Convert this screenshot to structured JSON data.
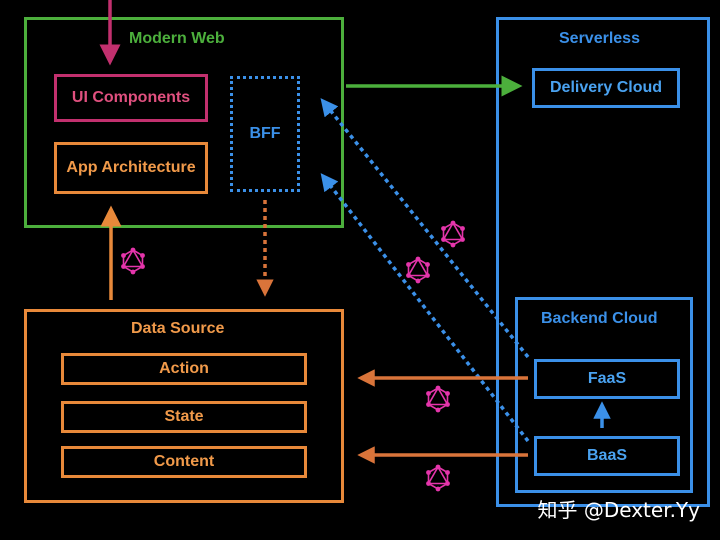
{
  "modern_web": {
    "title": "Modern Web",
    "ui_components": "UI Components",
    "app_architecture": "App Architecture",
    "bff": "BFF"
  },
  "serverless": {
    "title": "Serverless",
    "delivery_cloud": "Delivery Cloud",
    "backend_cloud": {
      "title": "Backend Cloud",
      "faas": "FaaS",
      "baas": "BaaS"
    }
  },
  "data_source": {
    "title": "Data Source",
    "items": [
      "Action",
      "State",
      "Content"
    ]
  },
  "watermark": "知乎 @Dexter.Yy",
  "colors": {
    "background": "#000000",
    "modern_web": "#4caf3c",
    "ui_components": "#c2306e",
    "data_source": "#e8893a",
    "serverless": "#3b90e8",
    "graphql_icon": "#e535ab"
  },
  "icons": [
    "graphql-icon"
  ]
}
